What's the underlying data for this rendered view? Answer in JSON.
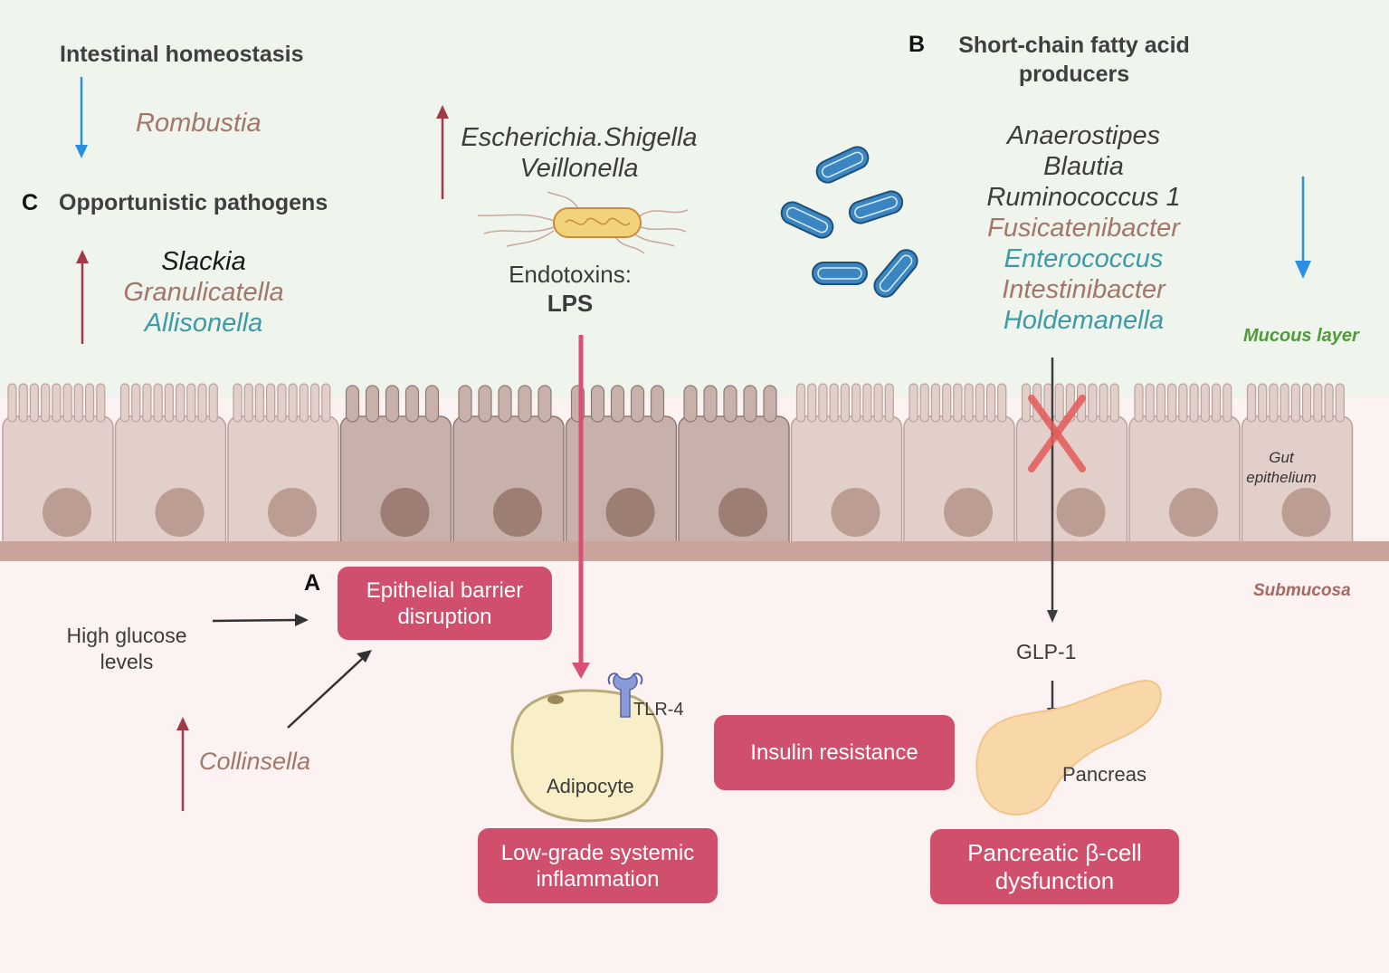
{
  "colors": {
    "lumen_bg": "#eff4ec",
    "submucosa_bg": "#fcf2f1",
    "box_fill": "#cf4f6c",
    "arrow_up": "#a13a48",
    "arrow_down": "#2a8fe0",
    "lps_arrow": "#d94f75",
    "x_mark": "#e35b5b",
    "mucous_label": "#4f9a3a",
    "submucosa_label": "#a8685f",
    "bacteria_blue": "#3b86c0"
  },
  "labels": {
    "section_a": "A",
    "section_b": "B",
    "section_c": "C",
    "intestinal_homeostasis": "Intestinal homeostasis",
    "rombustia": "Rombustia",
    "opportunistic_pathogens": "Opportunistic pathogens",
    "opportunistic_taxa": [
      "Slackia",
      "Granulicatella",
      "Allisonella"
    ],
    "endotoxin_taxa": [
      "Escherichia.Shigella",
      "Veillonella"
    ],
    "endotoxins": "Endotoxins:",
    "lps": "LPS",
    "scfa_title_line1": "Short-chain fatty acid",
    "scfa_title_line2": "producers",
    "scfa_taxa": [
      "Anaerostipes",
      "Blautia",
      "Ruminococcus 1",
      "Fusicatenibacter",
      "Enterococcus",
      "Intestinibacter",
      "Holdemanella"
    ],
    "mucous_layer": "Mucous layer",
    "gut_epithelium_line1": "Gut",
    "gut_epithelium_line2": "epithelium",
    "submucosa": "Submucosa",
    "high_glucose_line1": "High glucose",
    "high_glucose_line2": "levels",
    "collinsella": "Collinsella",
    "tlr4": "TLR-4",
    "adipocyte": "Adipocyte",
    "glp1": "GLP-1",
    "pancreas": "Pancreas"
  },
  "boxes": {
    "epithelial_line1": "Epithelial barrier",
    "epithelial_line2": "disruption",
    "inflammation_line1": "Low-grade systemic",
    "inflammation_line2": "inflammation",
    "insulin_resistance": "Insulin resistance",
    "beta_cell_line1": "Pancreatic β-cell",
    "beta_cell_line2": "dysfunction"
  }
}
